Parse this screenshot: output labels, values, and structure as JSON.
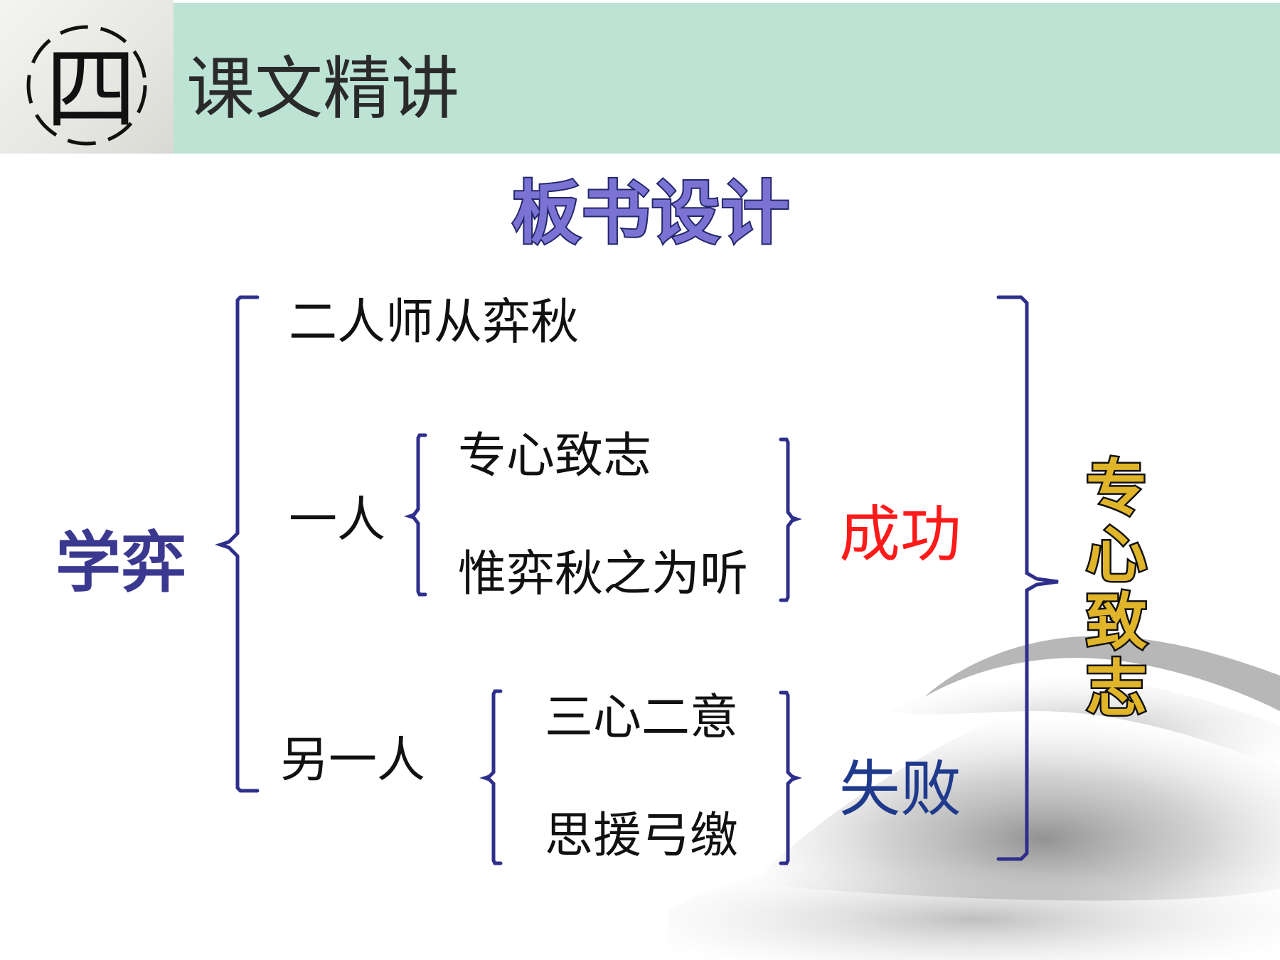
{
  "header": {
    "section_number": "四",
    "title": "课文精讲"
  },
  "board": {
    "title": "板书设计"
  },
  "diagram": {
    "root": "学弈",
    "premise": "二人师从弈秋",
    "person_one": {
      "label": "一人",
      "traits": [
        "专心致志",
        "惟弈秋之为听"
      ],
      "result": "成功"
    },
    "person_two": {
      "label": "另一人",
      "traits": [
        "三心二意",
        "思援弓缴"
      ],
      "result": "失败"
    },
    "conclusion": [
      "专",
      "心",
      "致",
      "志"
    ]
  },
  "colors": {
    "header_band": "#bde3d4",
    "bracket": "#2e2f8c",
    "root_text": "#3b3890",
    "success": "#ff1a1a",
    "failure": "#1f3a8c",
    "conclusion_fill": "#e0b52a"
  }
}
